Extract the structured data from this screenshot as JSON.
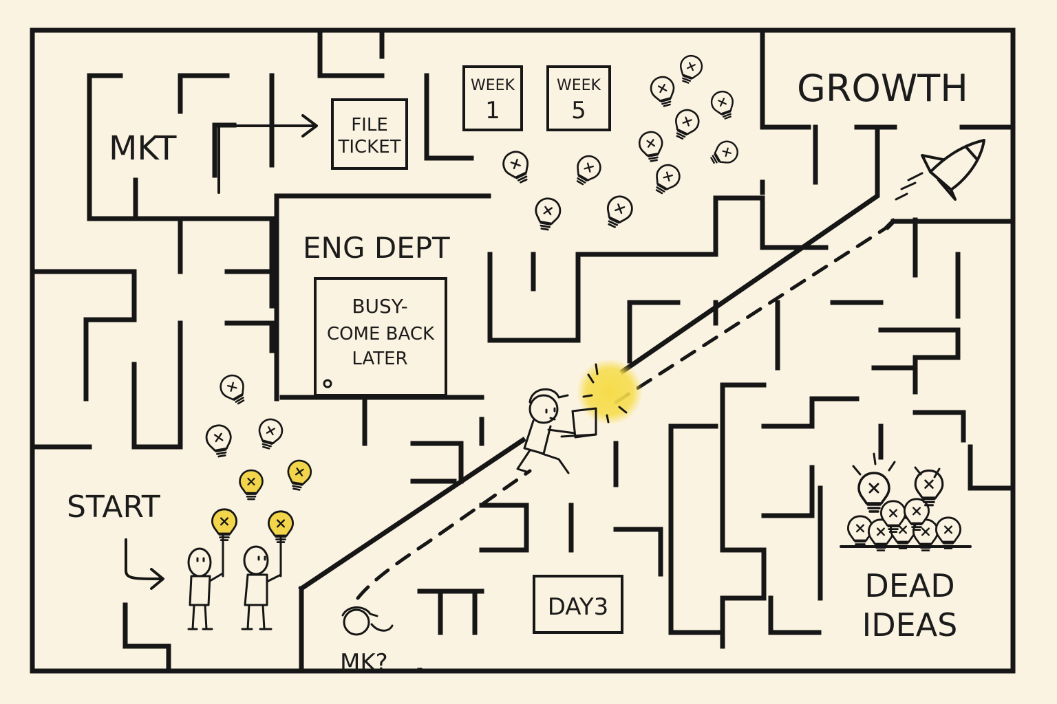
{
  "labels": {
    "mkt": "MKT",
    "file_ticket_line1": "FILE",
    "file_ticket_line2": "TICKET",
    "week1_title": "WEEK",
    "week1_num": "1",
    "week5_title": "WEEK",
    "week5_num": "5",
    "growth": "GROWTH",
    "eng_dept": "ENG DEPT",
    "busy_line1": "BUSY-",
    "busy_line2": "COME BACK",
    "busy_line3": "LATER",
    "start": "START",
    "day3": "DAY3",
    "mk": "MK?",
    "dead_line1": "DEAD",
    "dead_line2": "IDEAS"
  },
  "colors": {
    "background": "#fbf3e1",
    "ink": "#161616",
    "bulb_yellow": "#f3d54b",
    "burst_yellow": "#f6dc4a"
  },
  "icons": [
    "lightbulb-icon",
    "rocket-icon",
    "arrow-icon",
    "person-icon",
    "laptop-icon",
    "burst-icon"
  ]
}
